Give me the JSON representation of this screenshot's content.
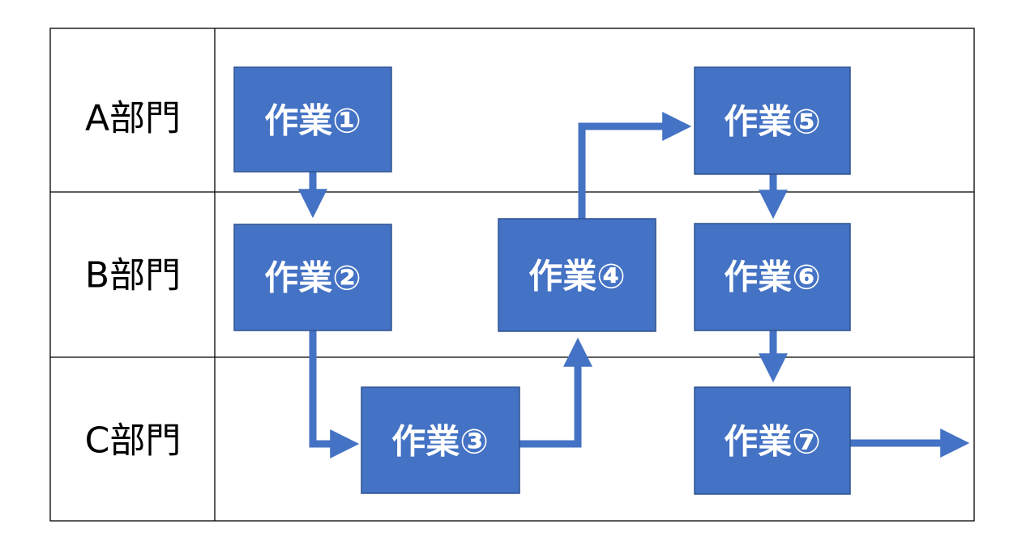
{
  "departments": [
    {
      "id": "a",
      "label": "A部門"
    },
    {
      "id": "b",
      "label": "B部門"
    },
    {
      "id": "c",
      "label": "C部門"
    }
  ],
  "tasks": [
    {
      "id": "t1",
      "label": "作業①",
      "department": "a"
    },
    {
      "id": "t2",
      "label": "作業②",
      "department": "b"
    },
    {
      "id": "t3",
      "label": "作業③",
      "department": "c"
    },
    {
      "id": "t4",
      "label": "作業④",
      "department": "b"
    },
    {
      "id": "t5",
      "label": "作業⑤",
      "department": "a"
    },
    {
      "id": "t6",
      "label": "作業⑥",
      "department": "b"
    },
    {
      "id": "t7",
      "label": "作業⑦",
      "department": "c"
    }
  ],
  "flows": [
    {
      "from": "t1",
      "to": "t2"
    },
    {
      "from": "t2",
      "to": "t3"
    },
    {
      "from": "t3",
      "to": "t4"
    },
    {
      "from": "t4",
      "to": "t5"
    },
    {
      "from": "t5",
      "to": "t6"
    },
    {
      "from": "t6",
      "to": "t7"
    },
    {
      "from": "t7",
      "to": "exit"
    }
  ],
  "colors": {
    "task_fill": "#4472C4",
    "task_border": "#2F528F",
    "arrow": "#4472C4",
    "grid": "#000000"
  }
}
